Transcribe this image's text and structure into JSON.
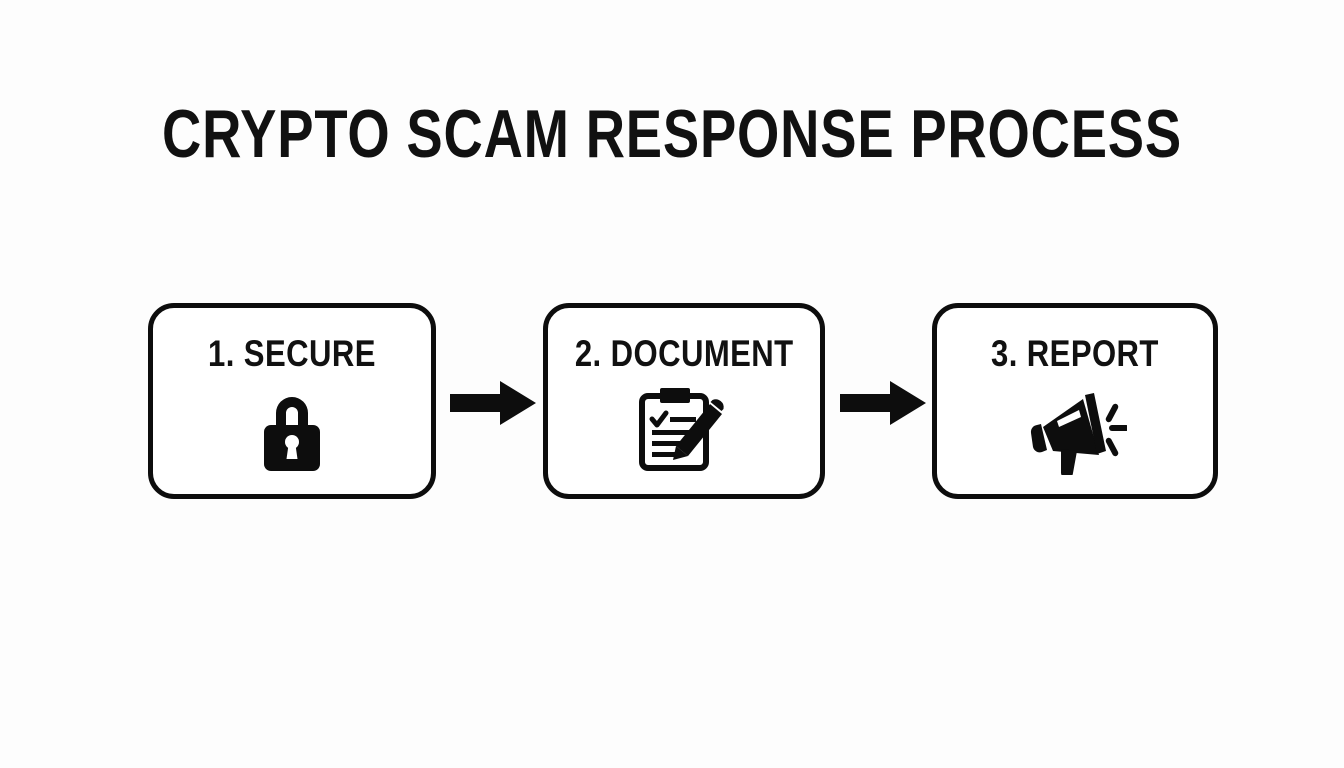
{
  "page": {
    "title": "CRYPTO SCAM RESPONSE PROCESS",
    "background_color": "#fdfdfd",
    "ink_color": "#0d0d0d"
  },
  "diagram": {
    "type": "horizontal-process-flow",
    "orientation": "left-to-right",
    "step_count": 3,
    "steps": [
      {
        "number": "1",
        "label": "1. SECURE",
        "icon": "padlock-icon"
      },
      {
        "number": "2",
        "label": "2. DOCUMENT",
        "icon": "clipboard-pencil-icon"
      },
      {
        "number": "3",
        "label": "3. REPORT",
        "icon": "megaphone-icon"
      }
    ],
    "connectors": [
      {
        "name": "arrow-1",
        "icon": "arrow-right-icon",
        "from": "1. SECURE",
        "to": "2. DOCUMENT"
      },
      {
        "name": "arrow-2",
        "icon": "arrow-right-icon",
        "from": "2. DOCUMENT",
        "to": "3. REPORT"
      }
    ]
  }
}
